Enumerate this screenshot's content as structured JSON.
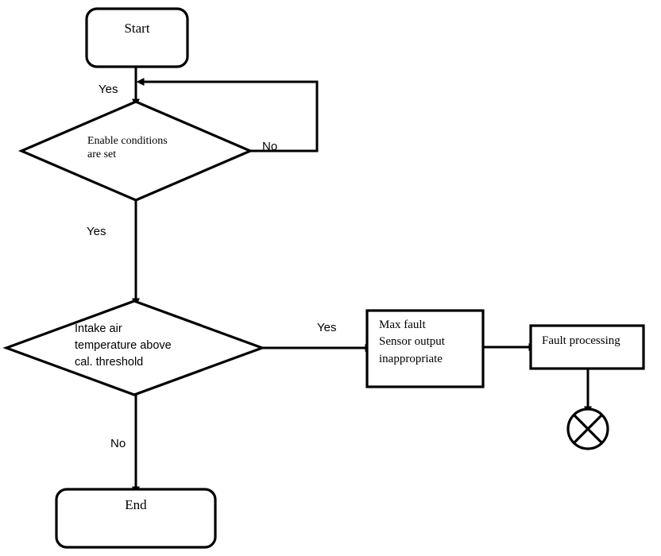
{
  "diagram": {
    "type": "flowchart",
    "title": "Intake air temperature sensor diagnostic flowchart",
    "stroke_color": "#000000",
    "fill_color": "#ffffff",
    "background": "#ffffff"
  },
  "nodes": {
    "start": {
      "label": "Start",
      "shape": "rounded-rectangle"
    },
    "decision_enable": {
      "label": "Enable conditions\nare set",
      "shape": "diamond"
    },
    "decision_temperature": {
      "label": "Intake air\ntemperature above\ncal. threshold",
      "shape": "diamond"
    },
    "max_fault": {
      "label": "Max fault\nSensor output\ninappropriate",
      "shape": "rectangle"
    },
    "fault_processing": {
      "label": "Fault processing",
      "shape": "rectangle"
    },
    "mil_lamp": {
      "label": "",
      "shape": "circle-with-cross"
    },
    "end": {
      "label": "End",
      "shape": "rounded-rectangle"
    }
  },
  "edge_labels": {
    "loop_back_yes": "Yes",
    "enable_no": "No",
    "enable_yes": "Yes",
    "temperature_yes": "Yes",
    "temperature_no": "No"
  }
}
